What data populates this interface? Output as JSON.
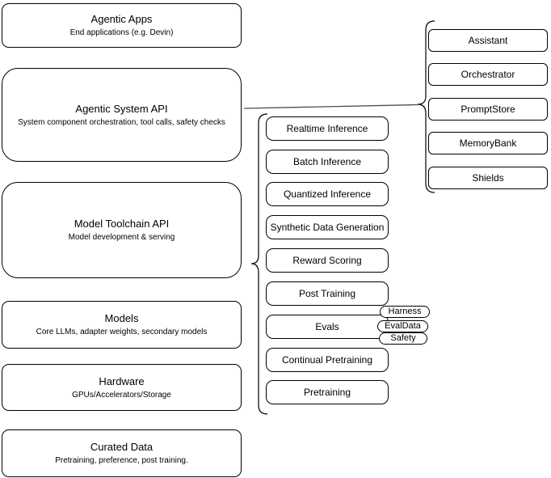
{
  "diagram": {
    "left_stack": [
      {
        "title": "Agentic Apps",
        "subtitle": "End applications (e.g. Devin)"
      },
      {
        "title": "Agentic System API",
        "subtitle": "System component orchestration, tool calls, safety checks"
      },
      {
        "title": "Model Toolchain API",
        "subtitle": "Model development & serving"
      },
      {
        "title": "Models",
        "subtitle": "Core LLMs, adapter weights, secondary models"
      },
      {
        "title": "Hardware",
        "subtitle": "GPUs/Accelerators/Storage"
      },
      {
        "title": "Curated Data",
        "subtitle": "Pretraining, preference, post training."
      }
    ],
    "toolchain": {
      "items": [
        "Realtime Inference",
        "Batch Inference",
        "Quantized Inference",
        "Synthetic Data Generation",
        "Reward Scoring",
        "Post Training",
        "Evals",
        "Continual Pretraining",
        "Pretraining"
      ],
      "eval_tags": [
        "Harness",
        "EvalData",
        "Safety"
      ]
    },
    "system_components": [
      "Assistant",
      "Orchestrator",
      "PromptStore",
      "MemoryBank",
      "Shields"
    ],
    "colors": {
      "stroke": "#000000",
      "fill": "#ffffff",
      "text": "#000000",
      "connector": "#4d4d4d"
    }
  }
}
